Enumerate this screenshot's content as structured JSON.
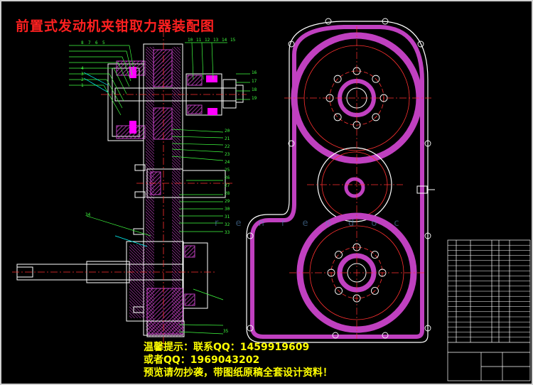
{
  "title": "前置式发动机夹钳取力器装配图",
  "notice": {
    "line1": "温馨提示：联系QQ：1459919609",
    "line2": "或者QQ：1969043202",
    "line3": "预览请勿抄袭，带图纸原稿全套设计资料！"
  },
  "watermark": "r e n r e n d o c",
  "colors": {
    "background": "#000000",
    "outline": "#ffffff",
    "hatch": "#c040c0",
    "centerline": "#ff3030",
    "leader": "#40ff40",
    "leader_cyan": "#00ffff",
    "title": "#ff2020",
    "notice": "#ffff00",
    "part_magenta": "#ff00ff"
  },
  "part_numbers": {
    "left_group": [
      "8",
      "7",
      "6",
      "5",
      "4",
      "3",
      "2",
      "1"
    ],
    "top_group": [
      "10",
      "11",
      "12",
      "13",
      "14",
      "15"
    ],
    "right_group": [
      "16",
      "17",
      "18",
      "19"
    ],
    "middle_group": [
      "20",
      "21",
      "22",
      "23",
      "24",
      "25",
      "26",
      "27",
      "28",
      "29",
      "30",
      "31",
      "32",
      "33",
      "34",
      "35"
    ]
  }
}
